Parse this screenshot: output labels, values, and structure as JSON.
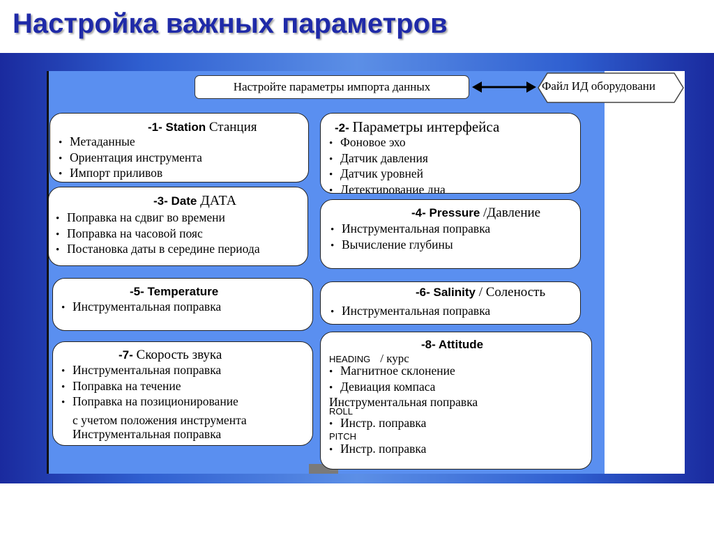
{
  "title": "Настройка важных параметров",
  "import_box": "Настройте параметры импорта данных",
  "file_box": "Файл ИД оборудовани",
  "cards": {
    "station": {
      "num": "-1- Station",
      "label": "Станция",
      "items": [
        "Метаданные",
        "Ориентация инструмента",
        "Импорт приливов"
      ]
    },
    "interface": {
      "num": "-2-",
      "label": "Параметры интерфейса",
      "items": [
        "Фоновое эхо",
        "Датчик давления",
        "Датчик уровней",
        "Детектирование дна"
      ]
    },
    "date": {
      "num": "-3- Date",
      "label": "ДАТА",
      "items": [
        "Поправка на сдвиг во времени",
        "Поправка на часовой пояс",
        "Постановка даты в середине периода"
      ]
    },
    "pressure": {
      "num": "-4- Pressure",
      "label": "/Давление",
      "items": [
        "Инструментальная поправка",
        "Вычисление глубины"
      ]
    },
    "temperature": {
      "num": "-5- Temperature",
      "items": [
        "Инструментальная поправка"
      ]
    },
    "salinity": {
      "num": "-6- Salinity",
      "label": "/ Соленость",
      "items": [
        "Инструментальная поправка"
      ]
    },
    "sound": {
      "num": "-7-",
      "label": "Скорость звука",
      "items": [
        "Инструментальная поправка",
        "Поправка на течение",
        "Поправка на позиционирование",
        "с учетом положения инструмента",
        "Инструментальная поправка"
      ]
    },
    "attitude": {
      "num": "-8- Attitude",
      "heading_label": "HEADING",
      "heading_suffix": "/ курс",
      "heading_items": [
        "Магнитное склонение",
        "Девиация компаса",
        "Инструментальная поправка"
      ],
      "roll_label": "ROLL",
      "roll_items": [
        "Инстр. поправка"
      ],
      "pitch_label": "PITCH",
      "pitch_items": [
        "Инстр. поправка"
      ]
    }
  }
}
